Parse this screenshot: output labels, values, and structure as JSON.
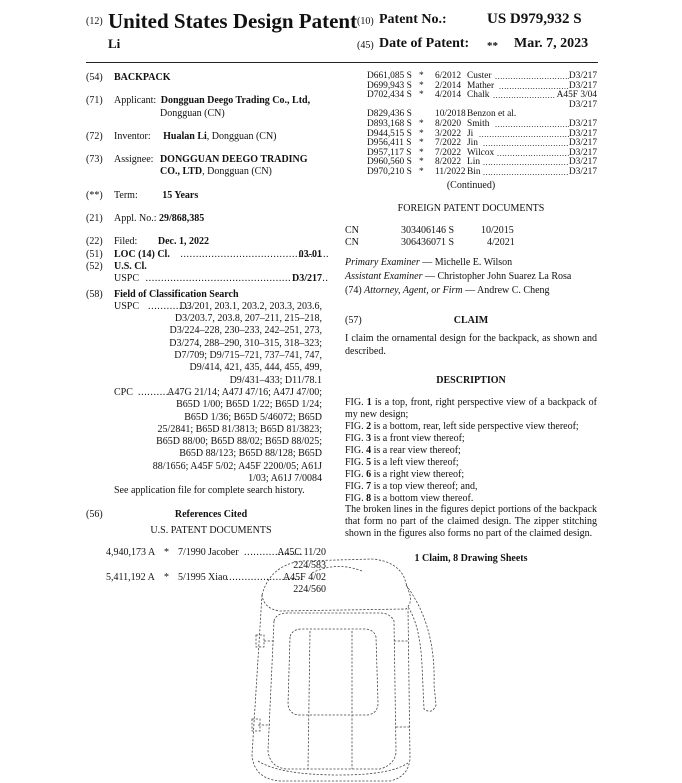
{
  "header": {
    "code12": "(12)",
    "title": "United States Design Patent",
    "inventor_short": "Li",
    "code10": "(10)",
    "patent_no_label": "Patent No.:",
    "patent_no": "US D979,932 S",
    "code45": "(45)",
    "date_label": "Date of Patent:",
    "date_star": "**",
    "date": "Mar. 7, 2023"
  },
  "left": {
    "title_tag": "(54)",
    "title": "BACKPACK",
    "applicant_tag": "(71)",
    "applicant_label": "Applicant:",
    "applicant_name": "Dongguan Deego Trading Co., Ltd,",
    "applicant_loc": "Dongguan (CN)",
    "inventor_tag": "(72)",
    "inventor_label": "Inventor:",
    "inventor_name": "Hualan Li",
    "inventor_loc": ", Dongguan (CN)",
    "assignee_tag": "(73)",
    "assignee_label": "Assignee:",
    "assignee_name1": "DONGGUAN DEEGO TRADING",
    "assignee_name2": "CO., LTD",
    "assignee_loc": ", Dongguan (CN)",
    "term_tag": "(**)",
    "term_label": "Term:",
    "term_value": "15 Years",
    "appl_tag": "(21)",
    "appl_label": "Appl. No.:",
    "appl_value": "29/868,385",
    "filed_tag": "(22)",
    "filed_label": "Filed:",
    "filed_value": "Dec. 1, 2022",
    "loc_tag": "(51)",
    "loc_label": "LOC (14) Cl.",
    "loc_dots": "................................................",
    "loc_value": "03-01",
    "uscl_tag": "(52)",
    "uscl_label": "U.S. Cl.",
    "uspc_label": "USPC",
    "uspc_dots": "...........................................................",
    "uspc_value": "D3/217",
    "field_tag": "(58)",
    "field_label": "Field of Classification Search",
    "field_uspc_label": "USPC",
    "field_uspc_dots": "..............",
    "field_uspc_lines": [
      "D3/201, 203.1, 203.2, 203.3, 203.6,",
      "D3/203.7, 203.8, 207–211, 215–218,",
      "D3/224–228, 230–233, 242–251, 273,",
      "D3/274, 288–290, 310–315, 318–323;",
      "D7/709; D9/715–721, 737–741, 747,",
      "D9/414, 421, 435, 444, 455, 499,",
      "D9/431–433; D11/78.1"
    ],
    "cpc_label": "CPC",
    "cpc_dots": "...........",
    "cpc_lines": [
      "A47G 21/14; A47J 47/16; A47J 47/00;",
      "B65D 1/00; B65D 1/22; B65D 1/24;",
      "B65D 1/36; B65D 5/46072; B65D",
      "25/2841; B65D 81/3813; B65D 81/3823;",
      "B65D 88/00; B65D 88/02; B65D 88/025;",
      "B65D 88/123; B65D 88/128; B65D",
      "88/1656; A45F 5/02; A45F 2200/05; A61J",
      "1/03; A61J 7/0084"
    ],
    "see_app": "See application file for complete search history.",
    "refs_tag": "(56)",
    "refs_label": "References Cited",
    "us_docs_label": "U.S. PATENT DOCUMENTS",
    "us_refs": [
      {
        "num": "4,940,173 A",
        "star": "*",
        "date": "7/1990",
        "name": "Jacober",
        "dots": "...................",
        "cls": "A45C 11/20",
        "cls2": "224/583"
      },
      {
        "num": "5,411,192 A",
        "star": "*",
        "date": "5/1995",
        "name": "Xiao",
        "dots": ".........................",
        "cls": "A45F 4/02",
        "cls2": "224/560"
      }
    ]
  },
  "right": {
    "refs": [
      {
        "num": "D661,085 S",
        "star": "*",
        "date": "6/2012",
        "name": "Custer",
        "dots": "..............................",
        "cls": "D3/217"
      },
      {
        "num": "D699,943 S",
        "star": "*",
        "date": "2/2014",
        "name": "Mather",
        "dots": "..............................",
        "cls": "D3/217"
      },
      {
        "num": "D702,434 S",
        "star": "*",
        "date": "4/2014",
        "name": "Chalk",
        "dots": "........................",
        "cls": "A45F 3/04"
      },
      {
        "num": "",
        "star": "",
        "date": "",
        "name": "",
        "dots": "",
        "cls": "D3/217"
      },
      {
        "num": "D829,436 S",
        "star": "",
        "date": "10/2018",
        "name": "Benzon et al.",
        "dots": "",
        "cls": ""
      },
      {
        "num": "D893,168 S",
        "star": "*",
        "date": "8/2020",
        "name": "Smith",
        "dots": "...............................",
        "cls": "D3/217"
      },
      {
        "num": "D944,515 S",
        "star": "*",
        "date": "3/2022",
        "name": "Ji",
        "dots": ".....................................",
        "cls": "D3/217"
      },
      {
        "num": "D956,411 S",
        "star": "*",
        "date": "7/2022",
        "name": "Jin",
        "dots": "...................................",
        "cls": "D3/217"
      },
      {
        "num": "D957,117 S",
        "star": "*",
        "date": "7/2022",
        "name": "Wilcox",
        "dots": "............................",
        "cls": "D3/217"
      },
      {
        "num": "D960,560 S",
        "star": "*",
        "date": "8/2022",
        "name": "Lin",
        "dots": "...................................",
        "cls": "D3/217"
      },
      {
        "num": "D970,210 S",
        "star": "*",
        "date": "11/2022",
        "name": "Bin",
        "dots": "..................................",
        "cls": "D3/217"
      }
    ],
    "continued": "(Continued)",
    "foreign_label": "FOREIGN PATENT DOCUMENTS",
    "foreign": [
      {
        "cc": "CN",
        "num": "303406146 S",
        "date": "10/2015"
      },
      {
        "cc": "CN",
        "num": "306436071 S",
        "date": "4/2021"
      }
    ],
    "primary_label": "Primary Examiner",
    "primary_name": " — Michelle E. Wilson",
    "assistant_label": "Assistant Examiner",
    "assistant_name": " — Christopher John Suarez La Rosa",
    "attorney_tag": "(74)",
    "attorney_label": "Attorney, Agent, or Firm",
    "attorney_name": " — Andrew C. Cheng",
    "claim_tag": "(57)",
    "claim_label": "CLAIM",
    "claim_text": "I claim the ornamental design for the backpack, as shown and described.",
    "desc_label": "DESCRIPTION",
    "figs": [
      {
        "pre": "FIG. ",
        "n": "1",
        "post": " is a top, front, right perspective view of a backpack of my new design;"
      },
      {
        "pre": "FIG. ",
        "n": "2",
        "post": " is a bottom, rear, left side perspective view thereof;"
      },
      {
        "pre": "FIG. ",
        "n": "3",
        "post": " is a front view thereof;"
      },
      {
        "pre": "FIG. ",
        "n": "4",
        "post": " is a rear view thereof;"
      },
      {
        "pre": "FIG. ",
        "n": "5",
        "post": " is a left view thereof;"
      },
      {
        "pre": "FIG. ",
        "n": "6",
        "post": " is a right view thereof;"
      },
      {
        "pre": "FIG. ",
        "n": "7",
        "post": " is a top view thereof; and,"
      },
      {
        "pre": "FIG. ",
        "n": "8",
        "post": " is a bottom view thereof."
      }
    ],
    "broken_text": "The broken lines in the figures depict portions of the backpack that form no part of the claimed design. The zipper stitching shown in the figures also forms no part of the claimed design.",
    "claim_count": "1 Claim, 8 Drawing Sheets"
  }
}
